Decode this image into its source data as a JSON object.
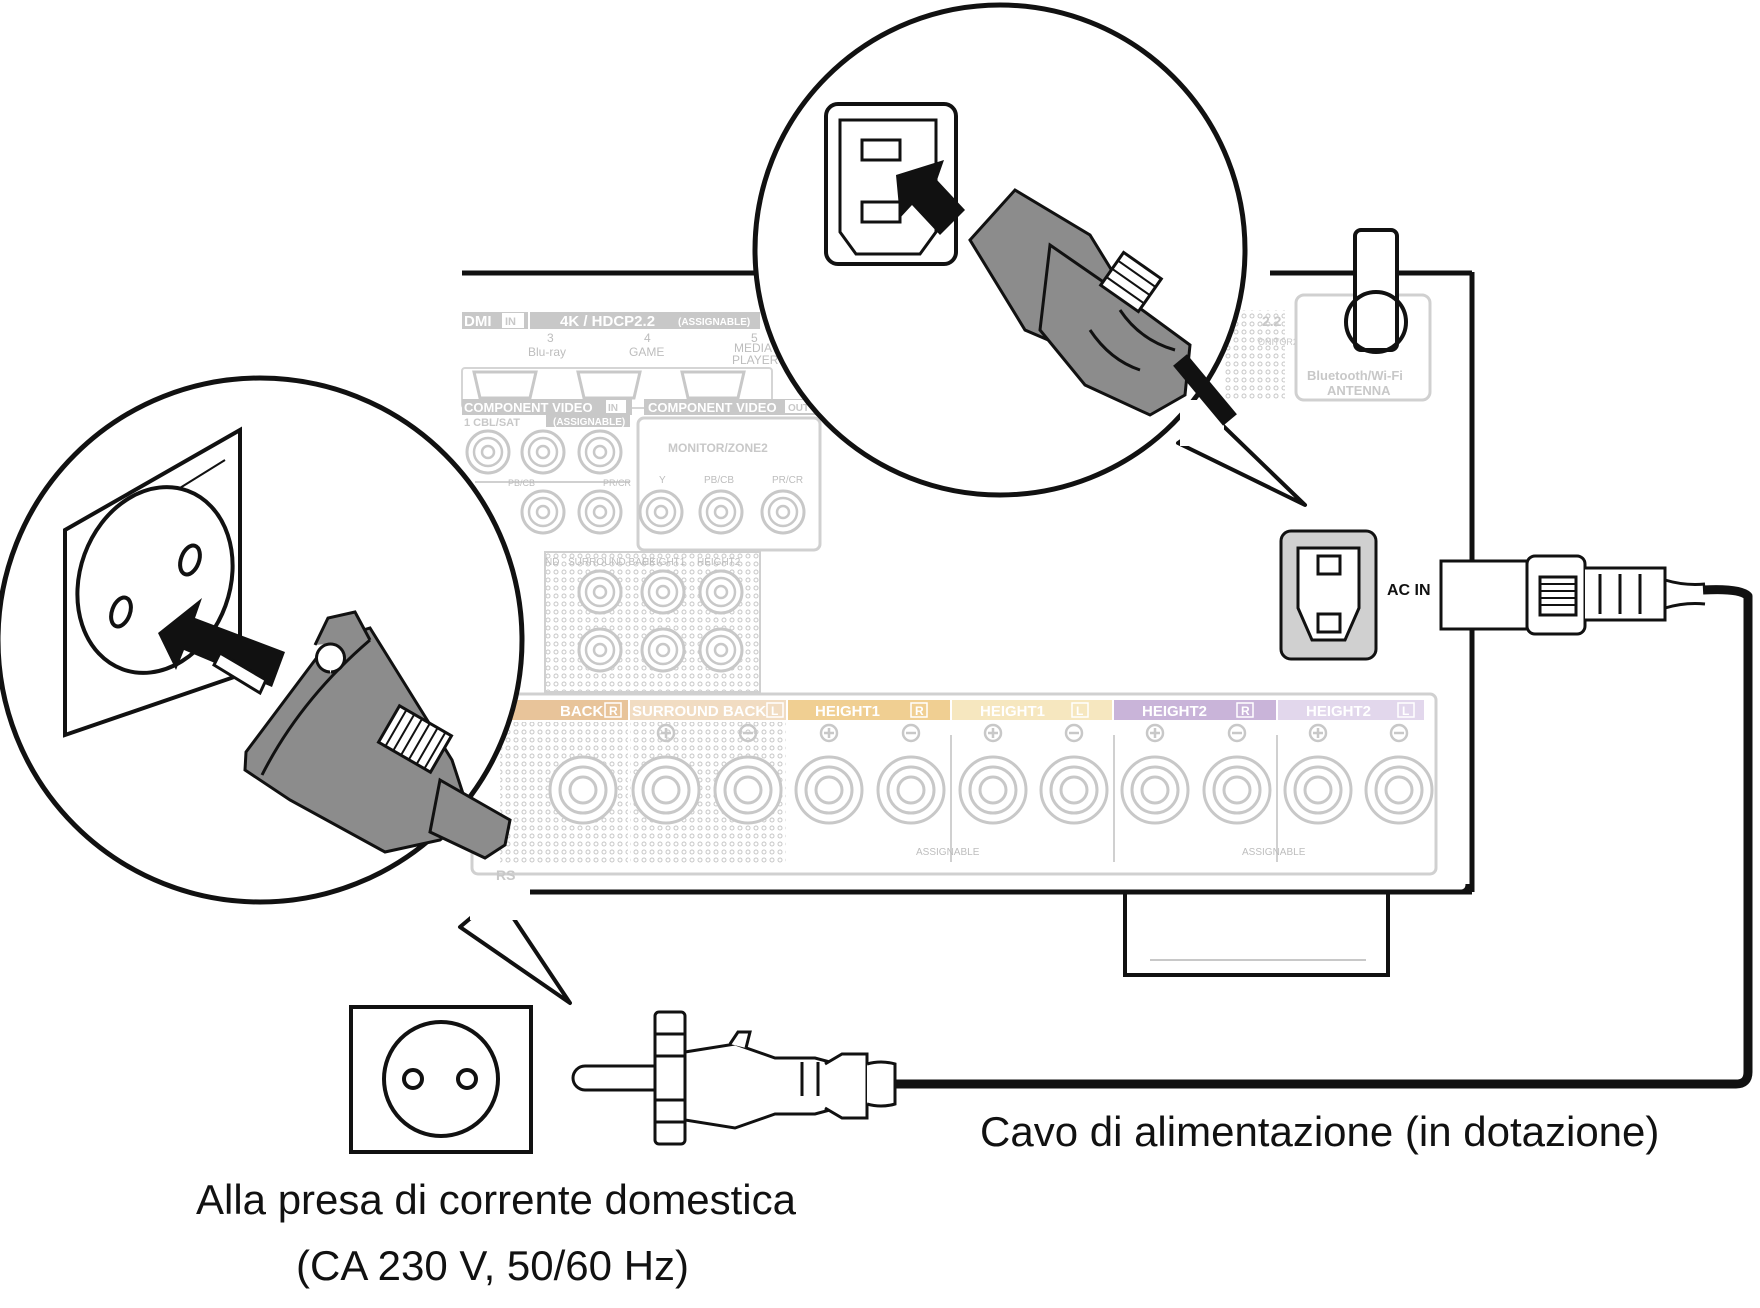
{
  "panel": {
    "hdmi_in_label": "DMI",
    "hdmi_in_badge": "IN",
    "hdmi_standard": "4K / HDCP2.2",
    "hdmi_assignable": "(ASSIGNABLE)",
    "hdmi_inputs": [
      {
        "num": "3",
        "name": "Blu-ray"
      },
      {
        "num": "4",
        "name": "GAME"
      },
      {
        "num": "5",
        "name": "MEDIA",
        "name2": "PLAYER"
      }
    ],
    "component_in_label": "COMPONENT VIDEO",
    "component_in_badge": "IN",
    "component_in_sub": "1 CBL/SAT",
    "component_in_assignable": "(ASSIGNABLE)",
    "component_pb": "PB/CB",
    "component_pr": "PR/CR",
    "component_out_label": "COMPONENT VIDEO",
    "component_out_badge": "OUT",
    "monitor_zone": "MONITOR/ZONE2",
    "component_out_jacks": [
      "Y",
      "PB/CB",
      "PR/CR"
    ],
    "preout_labels": [
      "ND",
      "SURROUND BACK",
      "HEIGHT1",
      "HEIGHT2"
    ],
    "speaker_labels": [
      {
        "text": "BACK",
        "side": "R",
        "color": "#e8c49a"
      },
      {
        "text": "SURROUND BACK",
        "side": "L",
        "color": "#f1dcc2"
      },
      {
        "text": "HEIGHT1",
        "side": "R",
        "color": "#f0cf92"
      },
      {
        "text": "HEIGHT1",
        "side": "L",
        "color": "#f6e7bf"
      },
      {
        "text": "HEIGHT2",
        "side": "R",
        "color": "#c9b4d9"
      },
      {
        "text": "HEIGHT2",
        "side": "L",
        "color": "#e2d7ec"
      }
    ],
    "assignable": "ASSIGNABLE",
    "speakers_fragment": "RS",
    "hdmi_out_fragment": "2.2",
    "monitor2_fragment": "ONITOR2",
    "antenna_label_1": "Bluetooth/Wi-Fi",
    "antenna_label_2": "ANTENNA",
    "ac_in": "AC IN"
  },
  "captions": {
    "cable": "Cavo di alimentazione (in dotazione)",
    "outlet_line1": "Alla presa di corrente domestica",
    "outlet_line2": "(CA 230 V, 50/60 Hz)"
  },
  "colors": {
    "line": "#111111",
    "panel_faded": "#c8c8c8",
    "plug_body": "#8c8c8c"
  }
}
